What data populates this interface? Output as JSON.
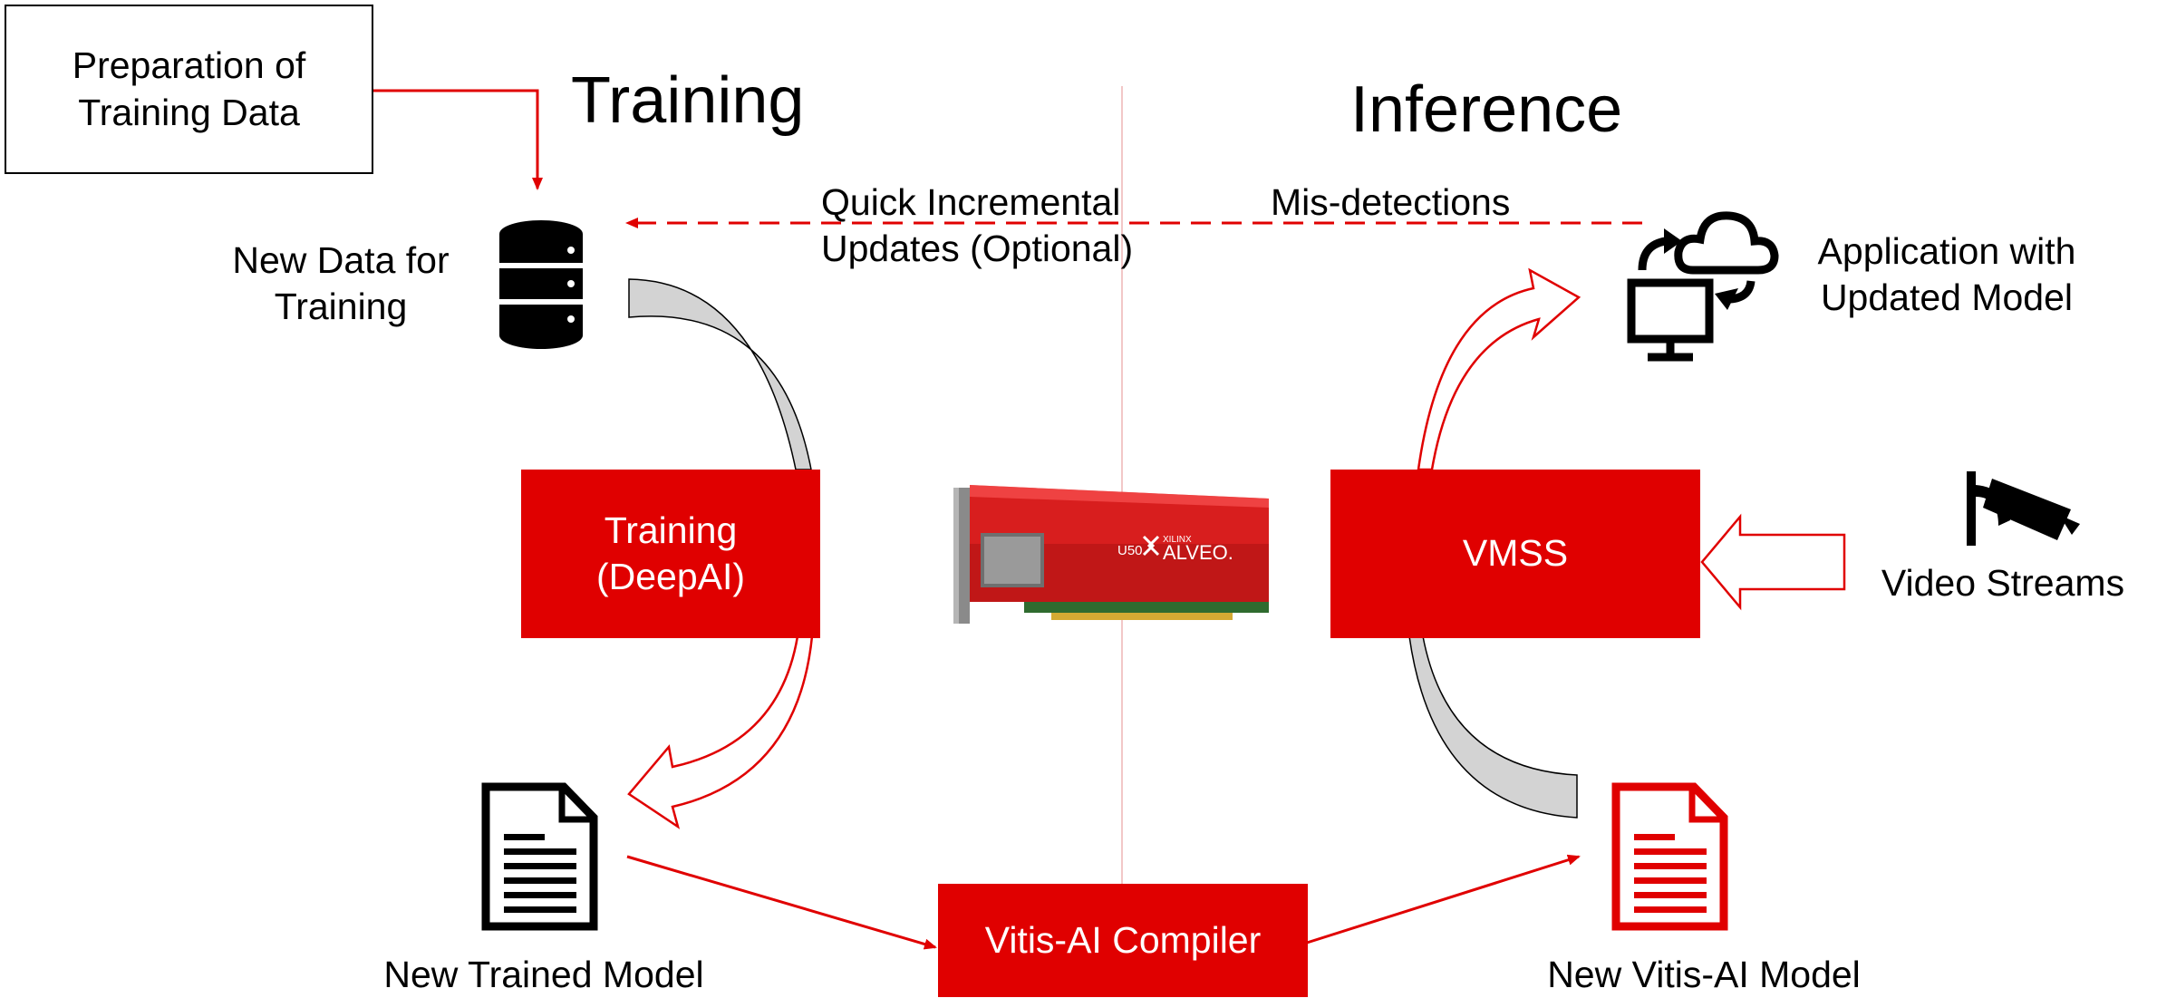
{
  "headings": {
    "training": "Training",
    "inference": "Inference"
  },
  "preparation_box": "Preparation of\nTraining Data",
  "new_data_label": "New Data for\nTraining",
  "quick_updates_label": "Quick Incremental\nUpdates (Optional)",
  "misdetections_label": "Mis-detections",
  "application_label": "Application with\nUpdated Model",
  "training_box": "Training\n(DeepAI)",
  "vmss_box": "VMSS",
  "video_streams_label": "Video Streams",
  "compiler_box": "Vitis-AI Compiler",
  "new_trained_model_label": "New Trained Model",
  "new_vitis_model_label": "New Vitis-AI Model",
  "card": {
    "model": "U50",
    "brand_small": "XILINX",
    "brand": "ALVEO."
  },
  "colors": {
    "accent_red": "#e00000",
    "arrow_gray": "#d3d3d3",
    "text": "#000000"
  },
  "icons": [
    "database-icon",
    "cloud-computer-sync-icon",
    "security-camera-icon",
    "document-icon",
    "document-red-icon",
    "accelerator-card-image"
  ]
}
